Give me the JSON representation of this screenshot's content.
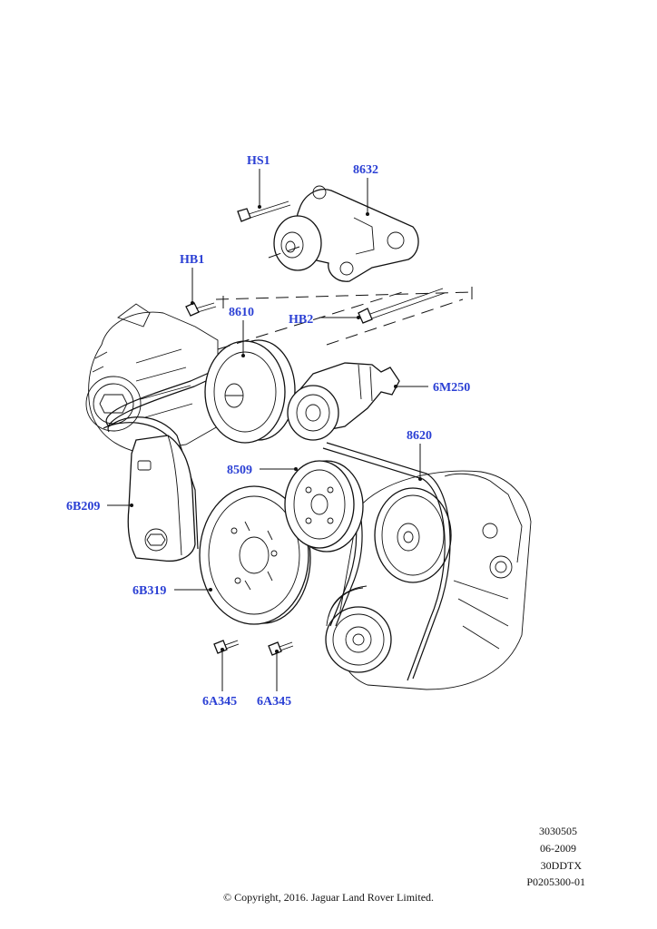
{
  "callouts": {
    "hs1": "HS1",
    "p8632": "8632",
    "hb1": "HB1",
    "p8610": "8610",
    "hb2": "HB2",
    "p6m250": "6M250",
    "p8620": "8620",
    "p8509": "8509",
    "p6b209": "6B209",
    "p6b319": "6B319",
    "p6a345a": "6A345",
    "p6a345b": "6A345"
  },
  "meta": {
    "line1": "3030505",
    "line2": "06-2009",
    "line3": "30DDTX",
    "line4": "P0205300-01"
  },
  "copyright": "© Copyright, 2016. Jaguar Land Rover Limited.",
  "colors": {
    "callout": "#2a3fd4",
    "line": "#111111"
  }
}
